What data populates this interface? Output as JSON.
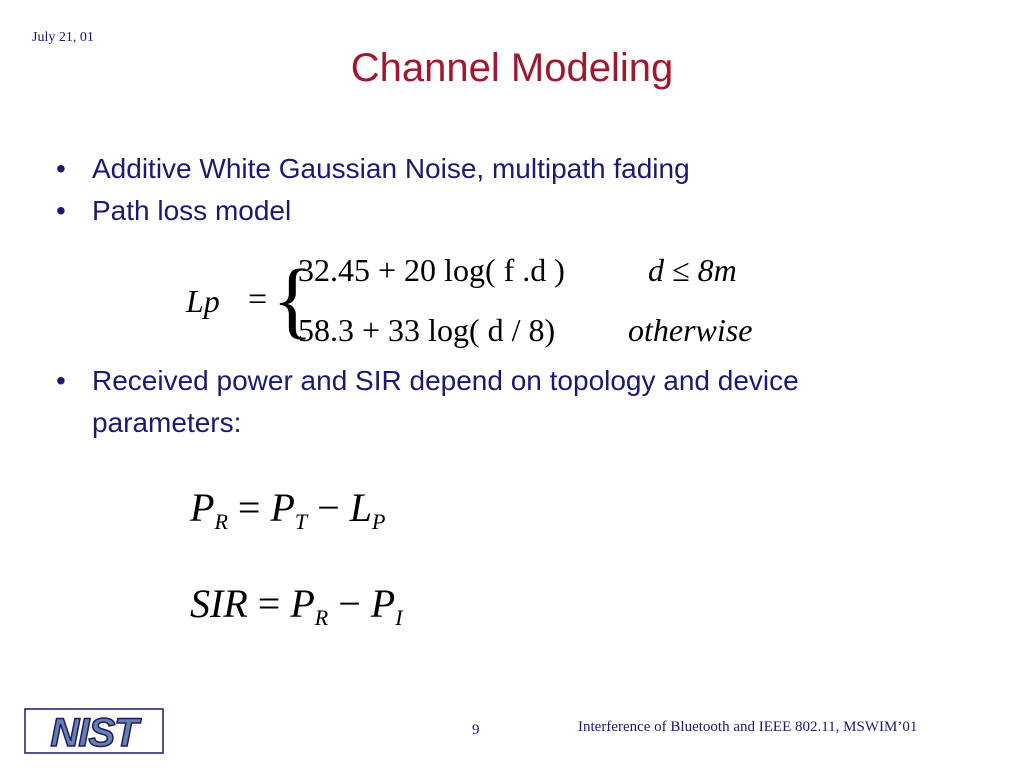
{
  "header": {
    "date": "July 21, 01",
    "title": "Channel Modeling"
  },
  "bullets": {
    "bullet_symbol": "•",
    "item1": "Additive White Gaussian Noise, multipath fading",
    "item2": "Path loss model",
    "item3": "Received power and SIR depend on topology and device parameters:"
  },
  "path_loss_formula": {
    "lhs": "Lp",
    "equals": "=",
    "brace": "{",
    "case1_expr": "32.45 + 20 log( f .d )",
    "case1_condition": "d ≤ 8m",
    "case2_expr": "58.3 + 33 log( d / 8)",
    "case2_condition": "otherwise"
  },
  "power_formula": {
    "p": "P",
    "sub_r": "R",
    "equals": "=",
    "p2": "P",
    "sub_t": "T",
    "minus": "−",
    "l": "L",
    "sub_p": "P"
  },
  "sir_formula": {
    "sir": "SIR",
    "equals": "=",
    "p": "P",
    "sub_r": "R",
    "minus": "−",
    "p2": "P",
    "sub_i": "I"
  },
  "footer": {
    "logo_text": "NIST",
    "page_number": "9",
    "text": "Interference of Bluetooth and IEEE 802.11, MSWIM’01"
  },
  "colors": {
    "title": "#a01830",
    "body_text": "#1a1a6e",
    "logo_fill": "#6a7fa8",
    "logo_outline": "#1a1a6e"
  }
}
